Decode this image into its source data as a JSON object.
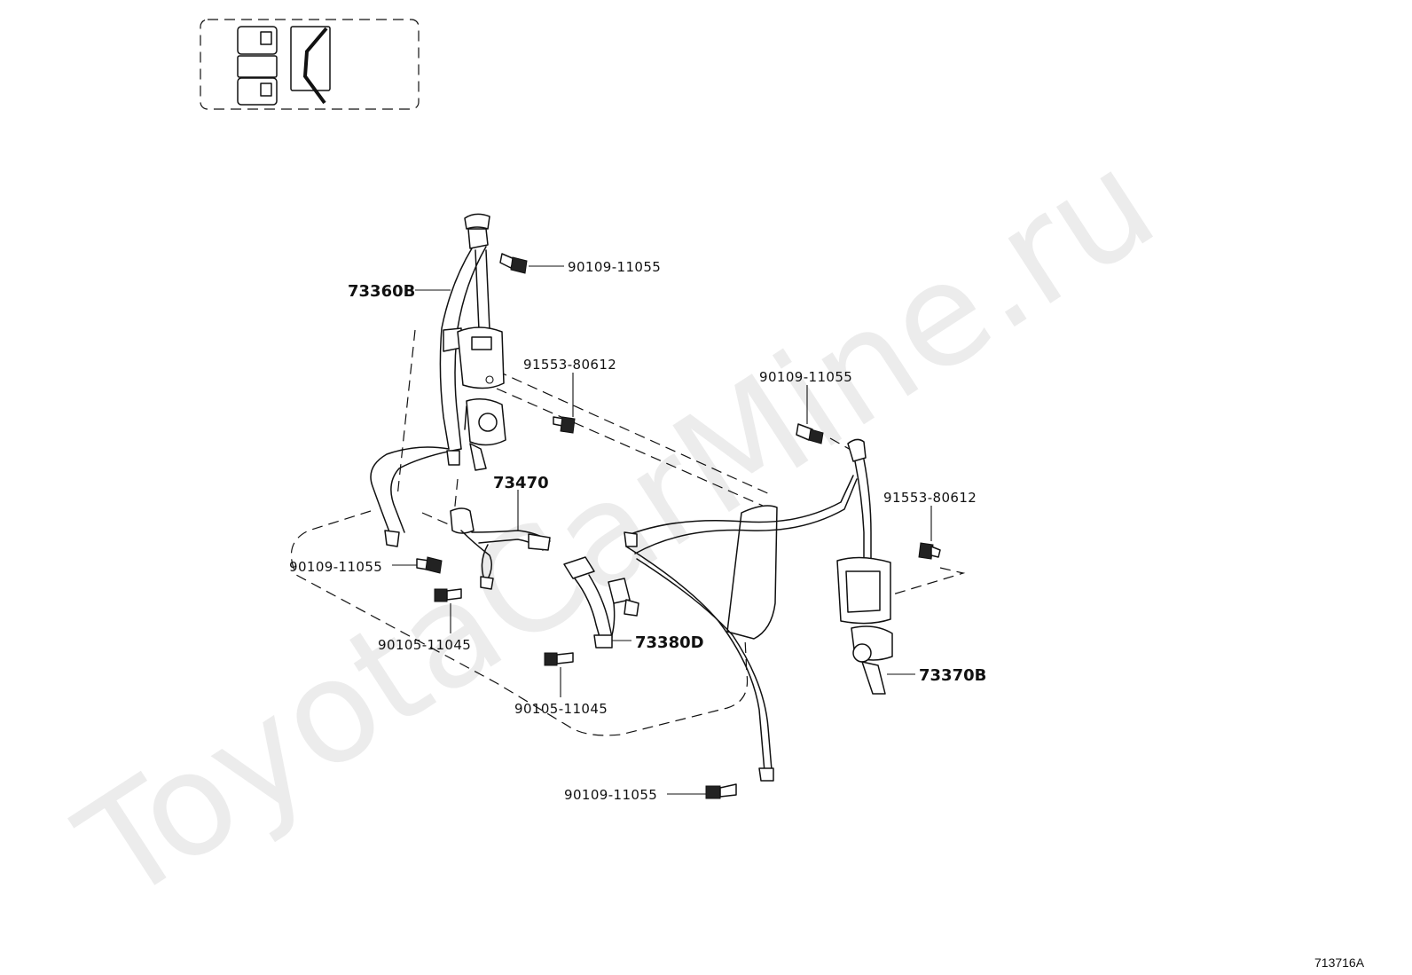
{
  "watermark": "ToyotaCarMine.ru",
  "figure_code": "713716A",
  "parts": {
    "p73360B": "73360B",
    "p73470": "73470",
    "p73380D": "73380D",
    "p73370B": "73370B",
    "bolt_upper_left": "90109-11055",
    "bolt_upper_right": "90109-11055",
    "bolt_left_mid": "90109-11055",
    "bolt_bottom": "90109-11055",
    "screw_left": "91553-80612",
    "screw_right": "91553-80612",
    "bolt_floor_left": "90105-11045",
    "bolt_floor_right": "90105-11045"
  }
}
